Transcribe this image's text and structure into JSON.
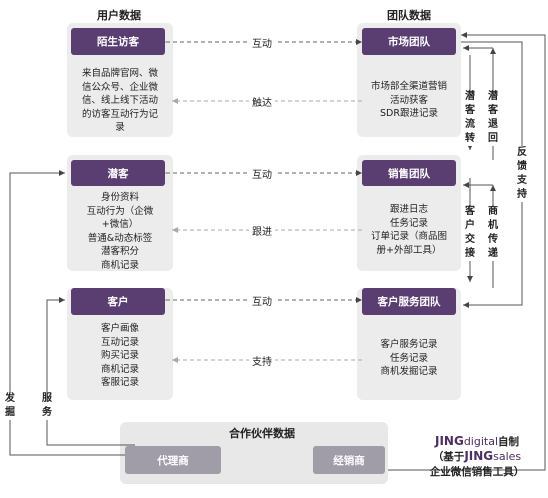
{
  "headers": {
    "user_data": "用户数据",
    "team_data": "团队数据",
    "partner_data": "合作伙伴数据"
  },
  "left": [
    {
      "title": "陌生访客",
      "lines": [
        "来自品牌官网、微",
        "信公众号、企业微",
        "信、线上线下活动",
        "的访客互动行为记",
        "录"
      ]
    },
    {
      "title": "潜客",
      "lines": [
        "身份资料",
        "互动行为（企微",
        "+微信）",
        "普通&动态标签",
        "潜客积分",
        "商机记录"
      ]
    },
    {
      "title": "客户",
      "lines": [
        "客户画像",
        "互动记录",
        "购买记录",
        "商机记录",
        "客服记录"
      ]
    }
  ],
  "right": [
    {
      "title": "市场团队",
      "lines": [
        "市场部全渠道营销",
        "活动获客",
        "SDR跟进记录"
      ]
    },
    {
      "title": "销售团队",
      "lines": [
        "跟进日志",
        "任务记录",
        "订单记录（商品图",
        "册+外部工具）"
      ]
    },
    {
      "title": "客户服务团队",
      "lines": [
        "客户服务记录",
        "任务记录",
        "商机发掘记录"
      ]
    }
  ],
  "row_labels": {
    "r1_top": "互动",
    "r1_bottom": "触达",
    "r2_top": "互动",
    "r2_bottom": "跟进",
    "r3_top": "互动",
    "r3_bottom": "支持"
  },
  "vertical_labels": {
    "lead_flow": "潜客流转",
    "lead_return": "潜客退回",
    "feedback_support": "反馈支持",
    "customer_handover": "客户交接",
    "opportunity_pass": "商机传递",
    "discover": "发掘",
    "service": "服务"
  },
  "partners": {
    "agent": "代理商",
    "dealer": "经销商"
  },
  "brand": {
    "jing1": "JING",
    "digital": "digital",
    "made": "自制",
    "line2_pre": "（基于",
    "jing2": "JING",
    "sales": "sales",
    "line3": "企业微信销售工具）"
  },
  "colors": {
    "dark_box": "#5a3e72",
    "partner_box": "#a09ca8",
    "panel": "#ececec",
    "brand": "#4a2e64"
  }
}
